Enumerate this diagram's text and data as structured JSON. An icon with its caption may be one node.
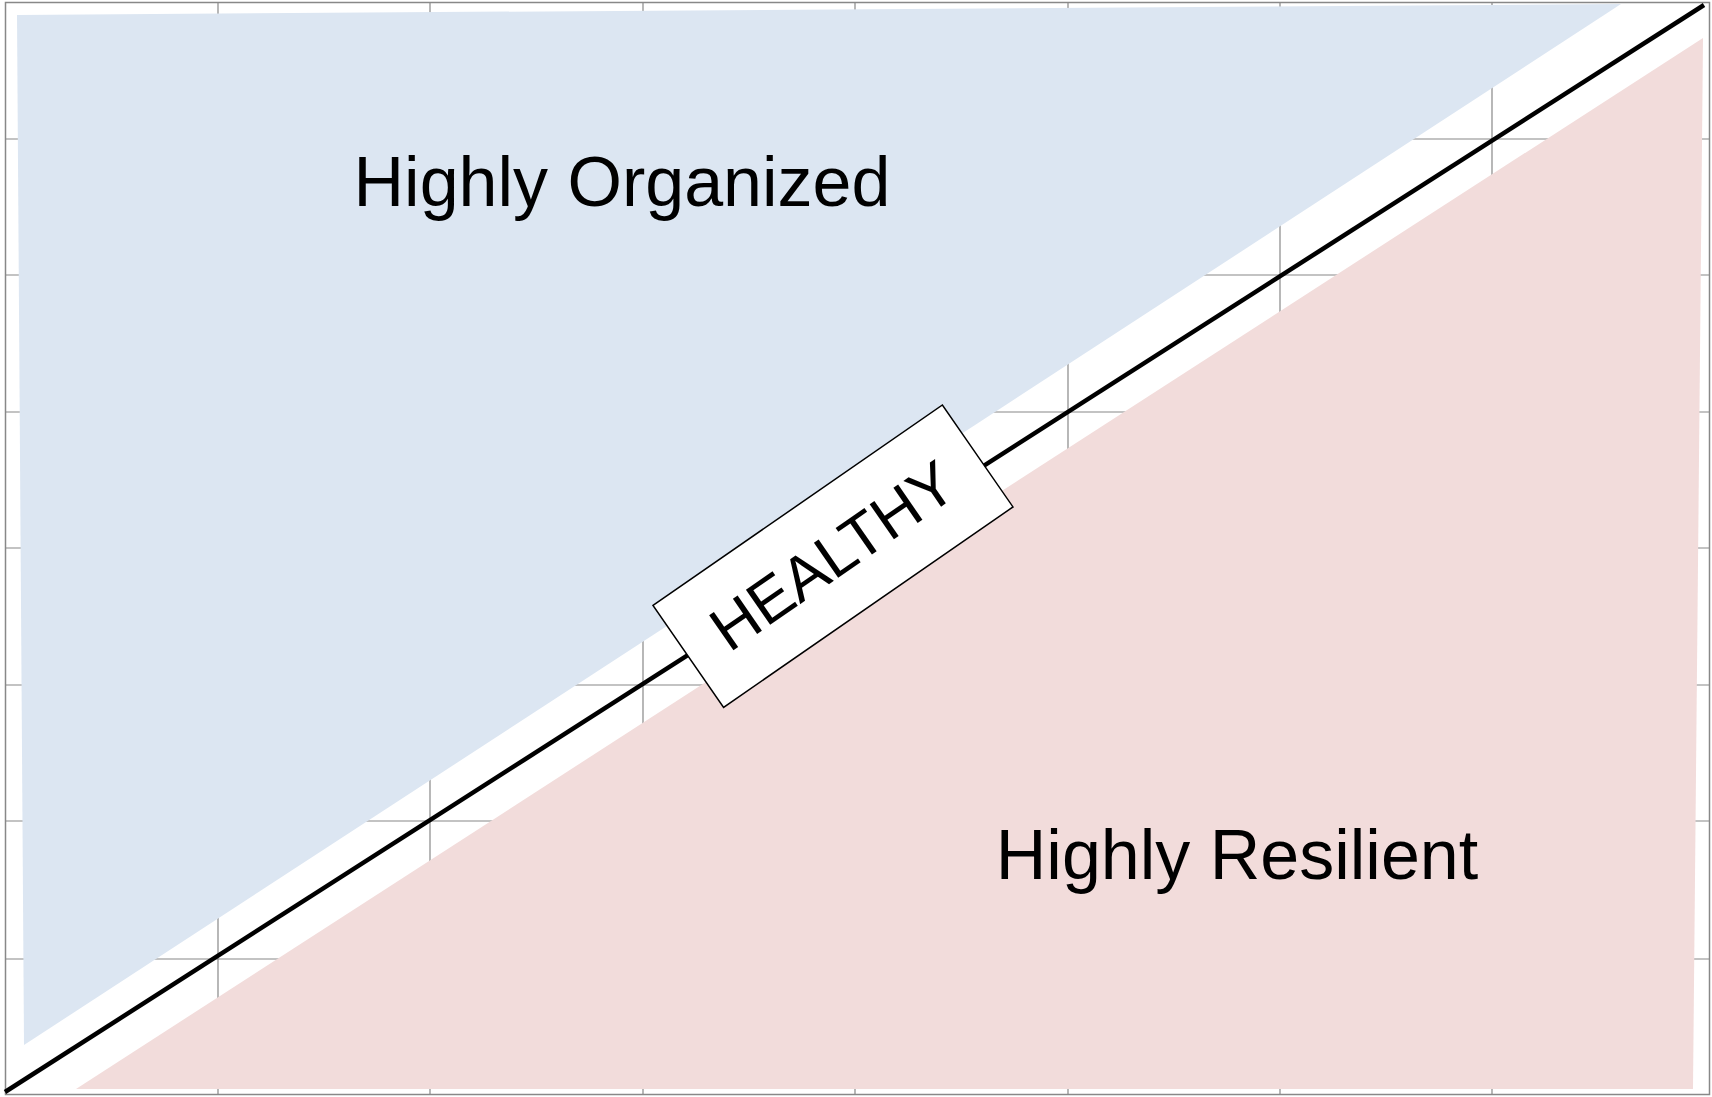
{
  "diagram": {
    "nodes": [
      {
        "text": [
          "Highly Organized"
        ]
      },
      {
        "text": [
          "HEALTHY"
        ]
      },
      {
        "text": [
          "Highly Resilient"
        ]
      }
    ]
  }
}
